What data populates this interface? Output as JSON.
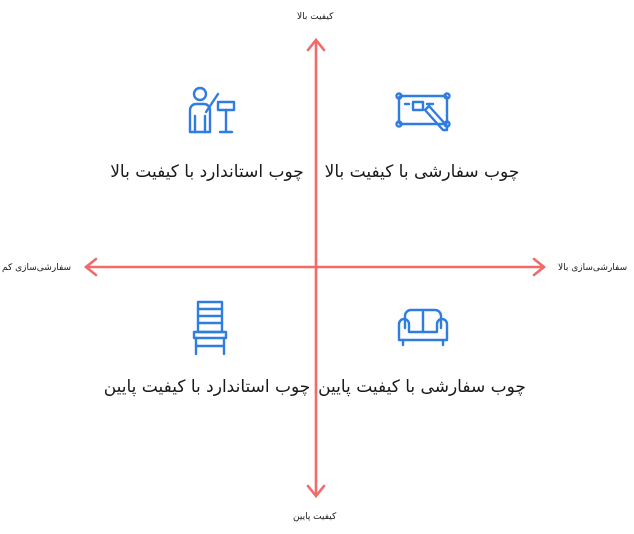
{
  "axes": {
    "top": "کیفیت بالا",
    "bottom": "کیفیت پایین",
    "left": "سفارشی‌سازی کم",
    "right": "سفارشی‌سازی بالا"
  },
  "quadrants": {
    "top_left": {
      "text": "چوب استاندارد با کیفیت بالا",
      "icon": "presenter-easel-icon"
    },
    "top_right": {
      "text": "چوب سفارشی با کیفیت بالا",
      "icon": "blueprint-pencil-icon"
    },
    "bottom_left": {
      "text": "چوب استاندارد با کیفیت پایین",
      "icon": "wooden-chair-icon"
    },
    "bottom_right": {
      "text": "چوب سفارشی با کیفیت پایین",
      "icon": "sofa-icon"
    }
  },
  "colors": {
    "axis": "#f26a6a",
    "icon": "#2f7de1"
  }
}
